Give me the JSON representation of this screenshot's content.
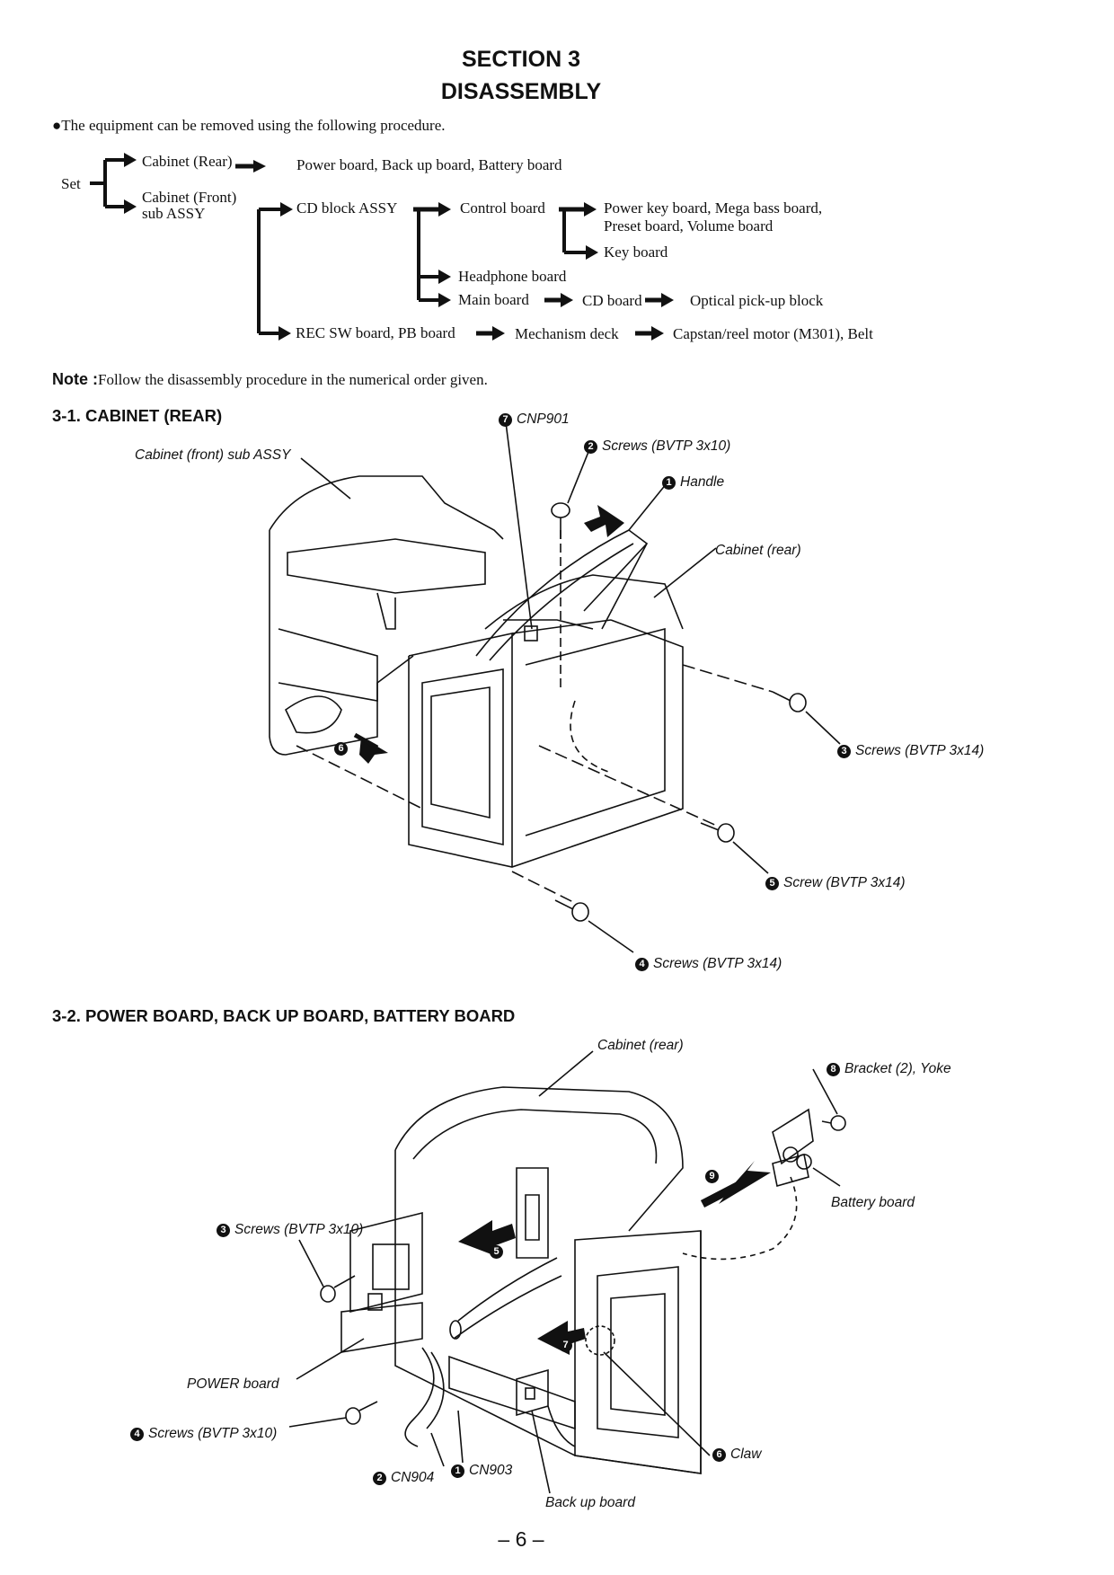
{
  "header": {
    "section": "SECTION 3",
    "title": "DISASSEMBLY"
  },
  "intro": "The equipment can be removed using the following procedure.",
  "flow": {
    "set": "Set",
    "cabinet_rear": "Cabinet (Rear)",
    "rear_boards": "Power board, Back up board, Battery board",
    "cabinet_front_1": "Cabinet (Front)",
    "cabinet_front_2": "sub ASSY",
    "cd_block": "CD block ASSY",
    "control_board": "Control board",
    "power_key_1": "Power key board, Mega bass board,",
    "power_key_2": "Preset board, Volume board",
    "key_board": "Key board",
    "headphone": "Headphone board",
    "main_board": "Main board",
    "cd_board": "CD board",
    "pickup": "Optical pick-up block",
    "rec_sw": "REC SW board, PB board",
    "mech_deck": "Mechanism deck",
    "capstan": "Capstan/reel motor (M301), Belt"
  },
  "note": {
    "label": "Note :",
    "text": "Follow the disassembly procedure in the numerical order given."
  },
  "sec31": {
    "heading": "3-1. CABINET (REAR)",
    "labels": {
      "cnp901": "CNP901",
      "screws2": "Screws (BVTP 3x10)",
      "handle": "Handle",
      "front_sub": "Cabinet (front) sub ASSY",
      "cab_rear": "Cabinet (rear)",
      "screws3": "Screws (BVTP 3x14)",
      "screw5": "Screw (BVTP 3x14)",
      "screws4": "Screws (BVTP 3x14)"
    }
  },
  "sec32": {
    "heading": "3-2. POWER BOARD, BACK UP BOARD, BATTERY BOARD",
    "labels": {
      "cab_rear": "Cabinet (rear)",
      "bracket": "Bracket (2), Yoke",
      "battery": "Battery board",
      "screws3": "Screws (BVTP 3x10)",
      "power": "POWER board",
      "screws4": "Screws (BVTP 3x10)",
      "claw": "Claw",
      "cn904": "CN904",
      "cn903": "CN903",
      "backup": "Back up board"
    }
  },
  "steps": {
    "s1": "1",
    "s2": "2",
    "s3": "3",
    "s4": "4",
    "s5": "5",
    "s6": "6",
    "s7": "7",
    "s8": "8",
    "s9": "9"
  },
  "page_number": "– 6 –"
}
